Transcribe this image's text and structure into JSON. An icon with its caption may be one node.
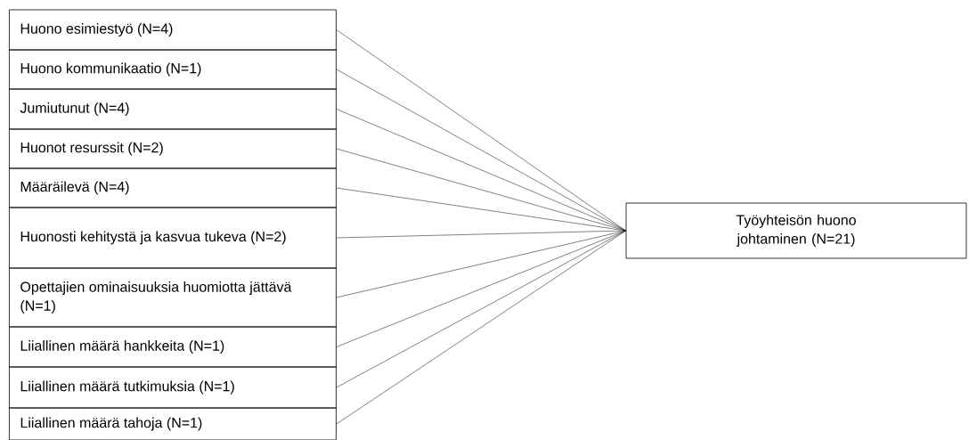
{
  "diagram": {
    "nodes": [
      {
        "text": [
          "Huono esimiestyö (N=4)"
        ]
      },
      {
        "text": [
          "Huono kommunikaatio (N=1)"
        ]
      },
      {
        "text": [
          "Jumiutunut (N=4)"
        ]
      },
      {
        "text": [
          "Huonot resurssit (N=2)"
        ]
      },
      {
        "text": [
          "Määräilevä (N=4)"
        ]
      },
      {
        "text": [
          "Huonosti kehitystä ja kasvua tukeva (N=2)"
        ]
      },
      {
        "text": [
          "Opettajien ominaisuuksia huomiotta jättävä (N=1)"
        ]
      },
      {
        "text": [
          "Liiallinen määrä hankkeita (N=1)"
        ]
      },
      {
        "text": [
          "Liiallinen määrä tutkimuksia (N=1)"
        ]
      },
      {
        "text": [
          "Liiallinen määrä tahoja (N=1)"
        ]
      },
      {
        "text": [
          "Työyhteisön huono johtaminen (N=21)"
        ]
      }
    ],
    "edges": [
      {
        "from": 0,
        "to": 10,
        "arrow": "none"
      },
      {
        "from": 1,
        "to": 10,
        "arrow": "none"
      },
      {
        "from": 2,
        "to": 10,
        "arrow": "none"
      },
      {
        "from": 3,
        "to": 10,
        "arrow": "none"
      },
      {
        "from": 4,
        "to": 10,
        "arrow": "none"
      },
      {
        "from": 5,
        "to": 10,
        "arrow": "none"
      },
      {
        "from": 6,
        "to": 10,
        "arrow": "none"
      },
      {
        "from": 7,
        "to": 10,
        "arrow": "none"
      },
      {
        "from": 8,
        "to": 10,
        "arrow": "none"
      },
      {
        "from": 9,
        "to": 10,
        "arrow": "none"
      }
    ]
  }
}
